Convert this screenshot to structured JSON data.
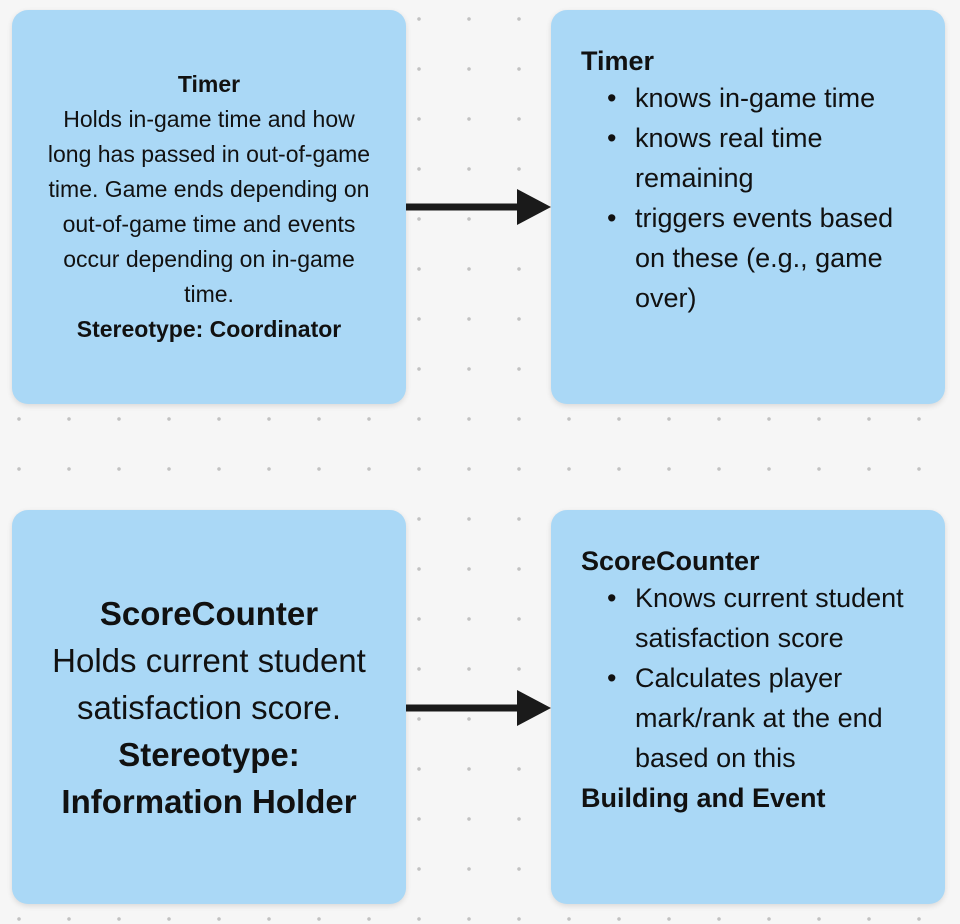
{
  "timer_description": {
    "title": "Timer",
    "description": "Holds in-game time and how long has passed in out-of-game time. Game ends depending on out-of-game time and events occur depending on in-game time.",
    "stereotype": "Stereotype: Coordinator"
  },
  "timer_responsibilities": {
    "title": "Timer",
    "items": [
      "knows in-game time",
      "knows real time remaining",
      "triggers events based on these (e.g., game over)"
    ]
  },
  "score_description": {
    "title": "ScoreCounter",
    "description": "Holds current student satisfaction score.",
    "stereotype": "Stereotype: Information Holder"
  },
  "score_responsibilities": {
    "title": "ScoreCounter",
    "items": [
      "Knows current student satisfaction score",
      "Calculates player mark/rank at the end based on this"
    ],
    "collaborators": "Building and Event"
  },
  "colors": {
    "card": "#aad8f6",
    "arrow": "#1a1a1a",
    "background": "#f6f6f6"
  }
}
